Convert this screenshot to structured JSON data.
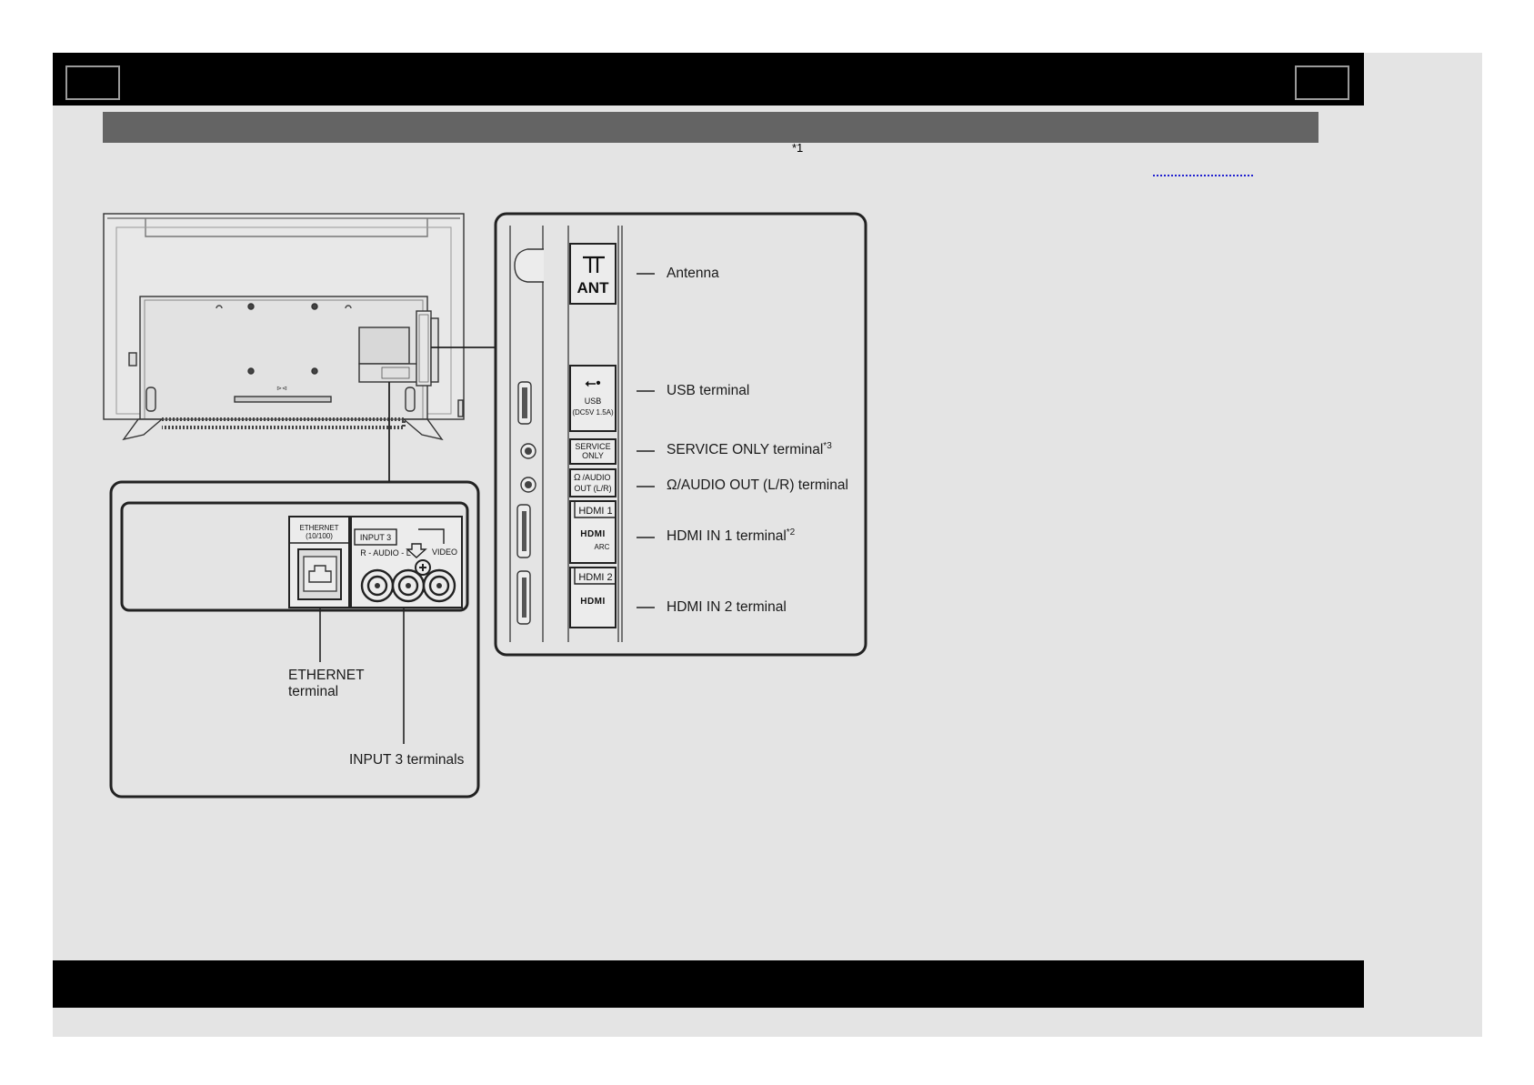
{
  "footnote_marker": "*1",
  "side_panel": {
    "antenna_label": "Antenna",
    "usb_label": "USB terminal",
    "service_label": "SERVICE ONLY terminal",
    "service_note": "*3",
    "audio_out_label": "/AUDIO OUT (L/R) terminal",
    "hdmi1_label": "HDMI IN 1 terminal",
    "hdmi1_note": "*2",
    "hdmi2_label": "HDMI IN 2  terminal",
    "port_text": {
      "ant": "ANT",
      "usb": "USB",
      "usb_rating": "(DC5V 1.5A)",
      "service_line1": "SERVICE",
      "service_line2": "ONLY",
      "audio_line1": "/AUDIO",
      "audio_line2": "OUT (L/R)",
      "hdmi1_tag": "HDMI 1",
      "hdmi1_logo": "HDMI",
      "hdmi1_arc": "ARC",
      "hdmi2_tag": "HDMI 2",
      "hdmi2_logo": "HDMI"
    }
  },
  "bottom_panel": {
    "ethernet_label": "ETHERNET\nterminal",
    "input3_label": "INPUT 3 terminals",
    "port_text": {
      "ethernet_line1": "ETHERNET",
      "ethernet_line2": "(10/100)",
      "input3_tag": "INPUT 3",
      "audio_rl": "R - AUDIO - L",
      "video": "VIDEO"
    }
  }
}
